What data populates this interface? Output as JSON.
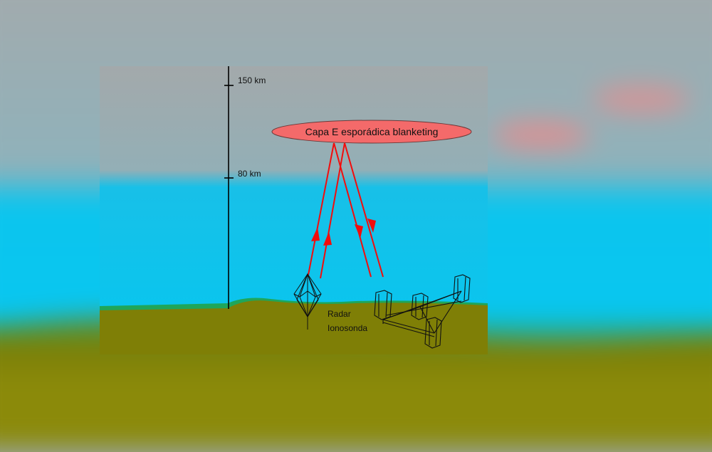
{
  "diagram": {
    "axis": {
      "tick_upper": "150 km",
      "tick_lower": "80 km"
    },
    "layer_label": "Capa E esporádica blanketing",
    "ground_labels": {
      "line1": "Radar",
      "line2": "Ionosonda"
    }
  },
  "colors": {
    "sky_top": "#a3a9ab",
    "sky_bottom": "#0ac6ef",
    "ground": "#7f7f06",
    "grass_edge": "#1fa65a",
    "layer_fill": "#f46a6a",
    "ray": "#f20c0c"
  }
}
